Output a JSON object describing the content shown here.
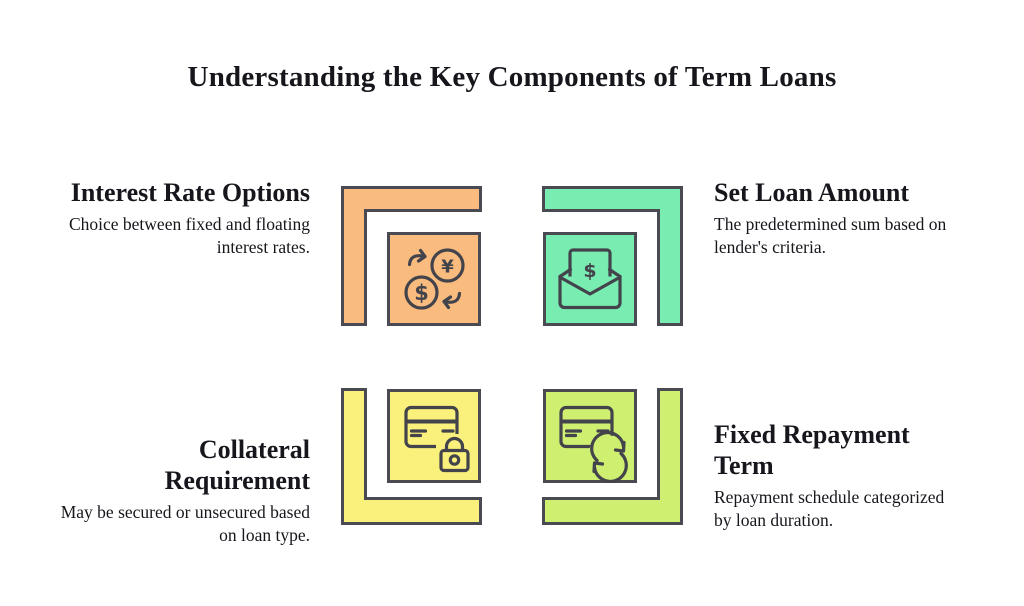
{
  "title": "Understanding the Key Components of Term Loans",
  "colors": {
    "background": "#FFFFFF",
    "text": "#16161C",
    "outline": "#4A4B52",
    "icon": "#43444B"
  },
  "items": [
    {
      "heading": "Interest Rate Options",
      "description": "Choice between fixed and floating interest rates.",
      "color": "#FABB7E",
      "icon": "currency-exchange-icon"
    },
    {
      "heading": "Set Loan Amount",
      "description": "The predetermined sum based on lender's criteria.",
      "color": "#79ECB2",
      "icon": "mail-dollar-icon"
    },
    {
      "heading": "Collateral Requirement",
      "description": "May be secured or unsecured based on loan type.",
      "color": "#FAF07C",
      "icon": "card-lock-icon"
    },
    {
      "heading": "Fixed Repayment Term",
      "description": "Repayment schedule categorized by loan duration.",
      "color": "#CEEF70",
      "icon": "card-refresh-icon"
    }
  ]
}
